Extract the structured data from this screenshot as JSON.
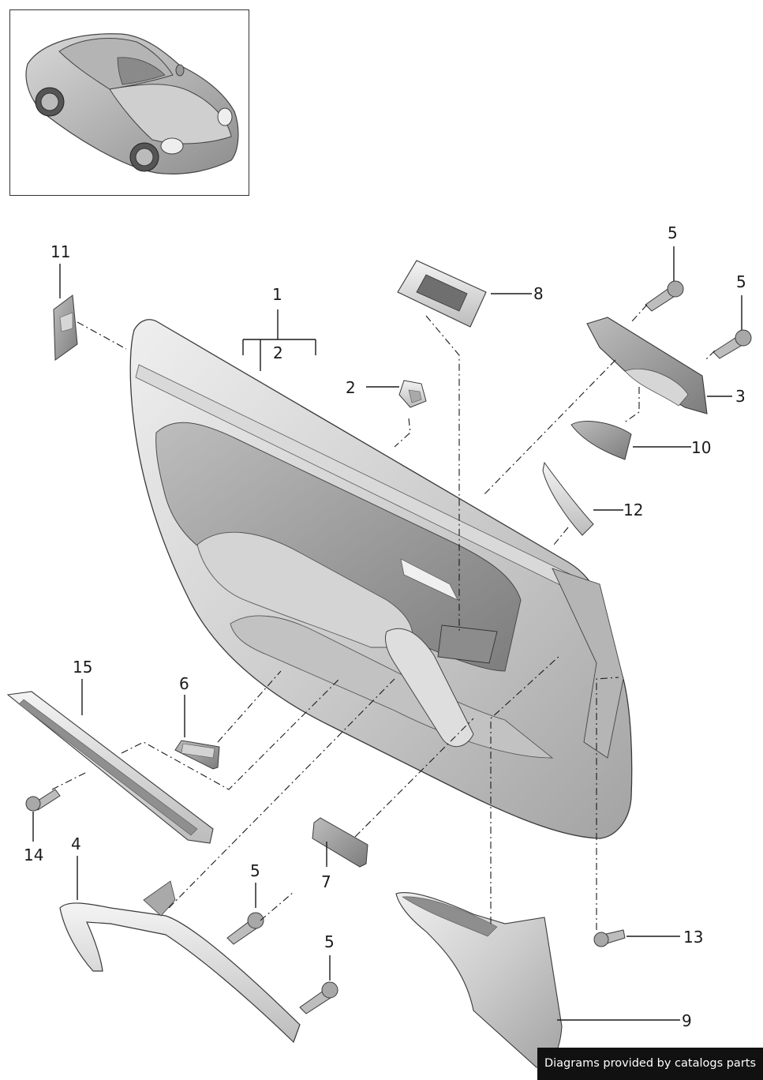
{
  "labels": {
    "l1": "1",
    "l2a": "2",
    "l2b": "2",
    "l3": "3",
    "l4": "4",
    "l5a": "5",
    "l5b": "5",
    "l5c": "5",
    "l5d": "5",
    "l6": "6",
    "l7": "7",
    "l8": "8",
    "l9": "9",
    "l10": "10",
    "l11": "11",
    "l12": "12",
    "l13": "13",
    "l14": "14",
    "l15": "15"
  },
  "credit": "Diagrams provided by catalogs parts",
  "colors": {
    "part_light": "#e6e6e6",
    "part_mid": "#c9c9c9",
    "part_dark": "#9a9a9a",
    "outline": "#3a3a3a",
    "credit_bg": "#111111"
  }
}
